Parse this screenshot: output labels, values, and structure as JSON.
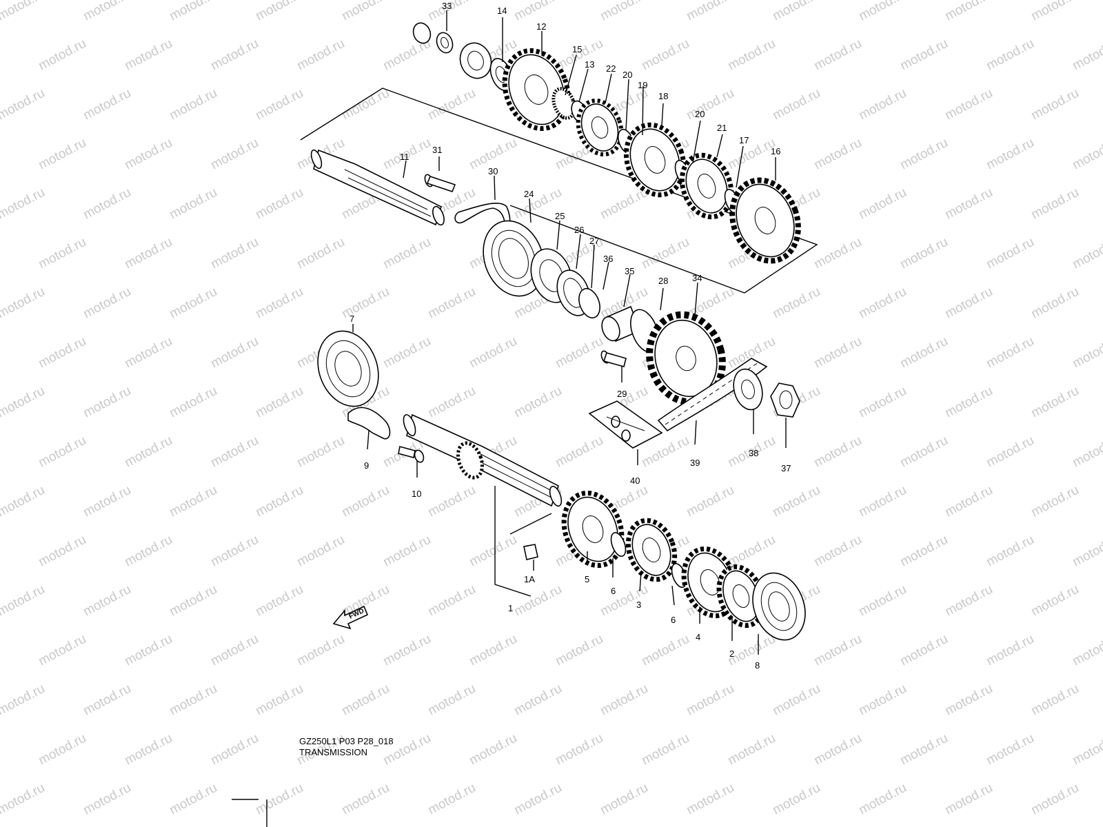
{
  "watermark": "motod.ru",
  "fwd_label": "FWD",
  "caption": {
    "model_code": "GZ250L1 P03 P28_018",
    "title": "TRANSMISSION"
  },
  "callouts": [
    {
      "id": "33",
      "label": "33"
    },
    {
      "id": "14",
      "label": "14"
    },
    {
      "id": "12",
      "label": "12"
    },
    {
      "id": "15",
      "label": "15"
    },
    {
      "id": "13",
      "label": "13"
    },
    {
      "id": "22",
      "label": "22"
    },
    {
      "id": "20a",
      "label": "20"
    },
    {
      "id": "19",
      "label": "19"
    },
    {
      "id": "18",
      "label": "18"
    },
    {
      "id": "20b",
      "label": "20"
    },
    {
      "id": "21",
      "label": "21"
    },
    {
      "id": "17",
      "label": "17"
    },
    {
      "id": "16",
      "label": "16"
    },
    {
      "id": "31",
      "label": "31"
    },
    {
      "id": "11",
      "label": "11"
    },
    {
      "id": "30",
      "label": "30"
    },
    {
      "id": "24",
      "label": "24"
    },
    {
      "id": "25",
      "label": "25"
    },
    {
      "id": "26",
      "label": "26"
    },
    {
      "id": "27",
      "label": "27"
    },
    {
      "id": "36",
      "label": "36"
    },
    {
      "id": "35",
      "label": "35"
    },
    {
      "id": "28",
      "label": "28"
    },
    {
      "id": "34",
      "label": "34"
    },
    {
      "id": "7",
      "label": "7"
    },
    {
      "id": "29",
      "label": "29"
    },
    {
      "id": "9",
      "label": "9"
    },
    {
      "id": "10",
      "label": "10"
    },
    {
      "id": "40",
      "label": "40"
    },
    {
      "id": "39",
      "label": "39"
    },
    {
      "id": "38",
      "label": "38"
    },
    {
      "id": "37",
      "label": "37"
    },
    {
      "id": "5",
      "label": "5"
    },
    {
      "id": "6a",
      "label": "6"
    },
    {
      "id": "3",
      "label": "3"
    },
    {
      "id": "1A",
      "label": "1A"
    },
    {
      "id": "1",
      "label": "1"
    },
    {
      "id": "6b",
      "label": "6"
    },
    {
      "id": "4",
      "label": "4"
    },
    {
      "id": "2",
      "label": "2"
    },
    {
      "id": "8",
      "label": "8"
    }
  ]
}
